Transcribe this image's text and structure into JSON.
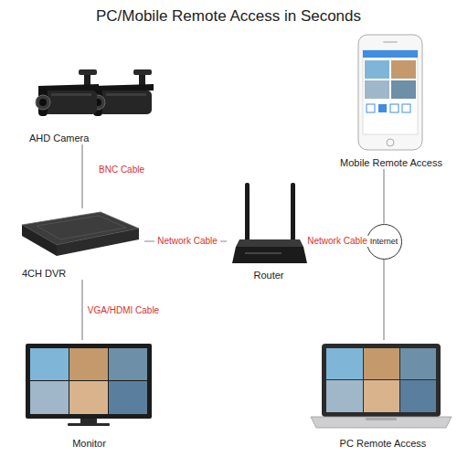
{
  "diagram": {
    "title": "PC/Mobile Remote Access in Seconds",
    "nodes": [
      {
        "text": [
          "AHD Camera"
        ]
      },
      {
        "text": [
          "Mobile Remote Access"
        ]
      },
      {
        "text": [
          "4CH DVR"
        ]
      },
      {
        "text": [
          "Router"
        ]
      },
      {
        "text": [
          "Internet"
        ]
      },
      {
        "text": [
          "Monitor"
        ]
      },
      {
        "text": [
          "PC Remote Access"
        ]
      }
    ],
    "edges": [
      {
        "from": 0,
        "to": 2,
        "label": "BNC Cable",
        "arrow": "none"
      },
      {
        "from": 2,
        "to": 3,
        "label": "Network Cable",
        "arrow": "none"
      },
      {
        "from": 3,
        "to": 4,
        "label": "Network Cable",
        "arrow": "none"
      },
      {
        "from": 4,
        "to": 1,
        "arrow": "none"
      },
      {
        "from": 2,
        "to": 5,
        "label": "VGA/HDMI Cable",
        "arrow": "none"
      },
      {
        "from": 4,
        "to": 6,
        "arrow": "none"
      }
    ]
  }
}
